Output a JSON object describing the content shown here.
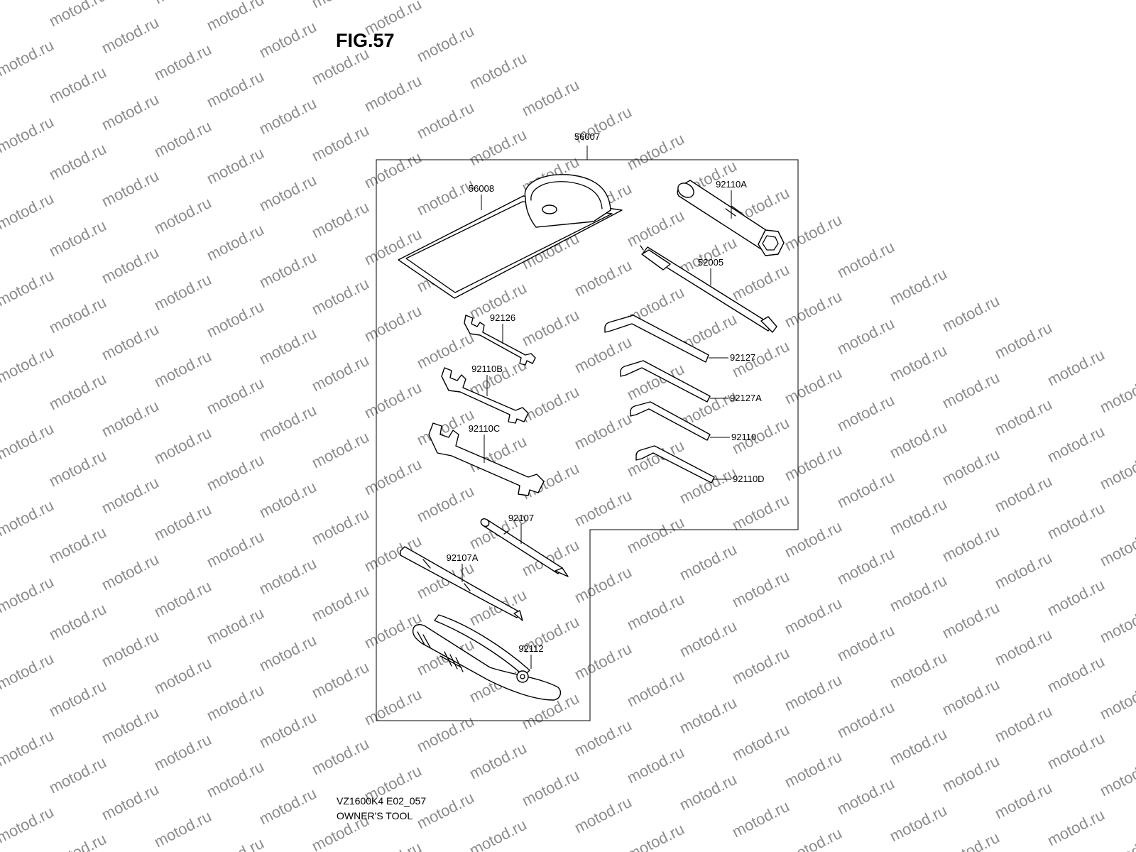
{
  "figure": {
    "title": "FIG.57"
  },
  "watermark": {
    "text": "motod.ru"
  },
  "callouts": {
    "set": "56007",
    "pouch": "56008",
    "socket_wrench": "92110A",
    "driver_bar": "52005",
    "wrench_small": "92126",
    "wrench_medium": "92110B",
    "wrench_large": "92110C",
    "hex_key_1": "92127",
    "hex_key_2": "92127A",
    "hex_key_3": "92110",
    "hex_key_4": "92110D",
    "screwdriver_bit": "92107",
    "screwdriver": "92107A",
    "pliers": "92112"
  },
  "footer": {
    "code": "VZ1600K4 E02_057",
    "caption": "OWNER'S TOOL"
  }
}
